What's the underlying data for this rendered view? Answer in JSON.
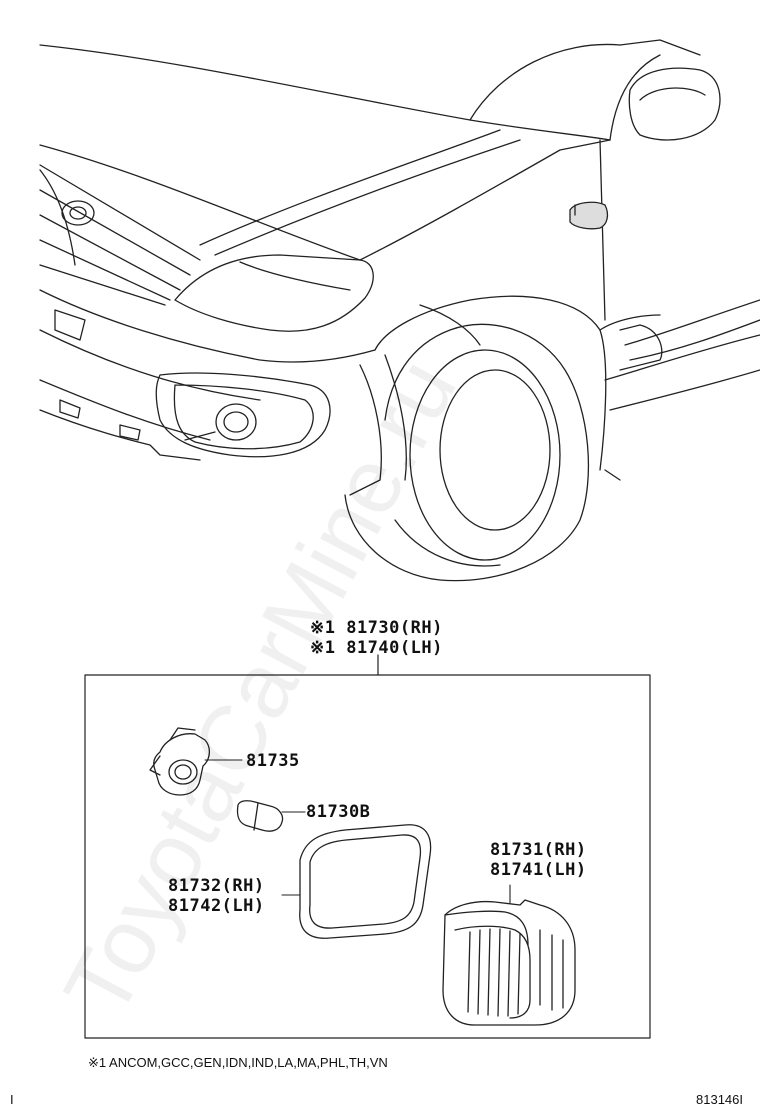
{
  "callouts": {
    "assembly_rh": "※1 81730(RH)",
    "assembly_lh": "※1 81740(LH)",
    "socket": "81735",
    "bulb": "81730B",
    "gasket_rh": "81732(RH)",
    "gasket_lh": "81742(LH)",
    "lens_rh": "81731(RH)",
    "lens_lh": "81741(LH)"
  },
  "footnote": "※1 ANCOM,GCC,GEN,IDN,IND,LA,MA,PHL,TH,VN",
  "corner_mark": "I",
  "diagram_id": "813146I",
  "watermark": "ToyotaCarMine.ru"
}
